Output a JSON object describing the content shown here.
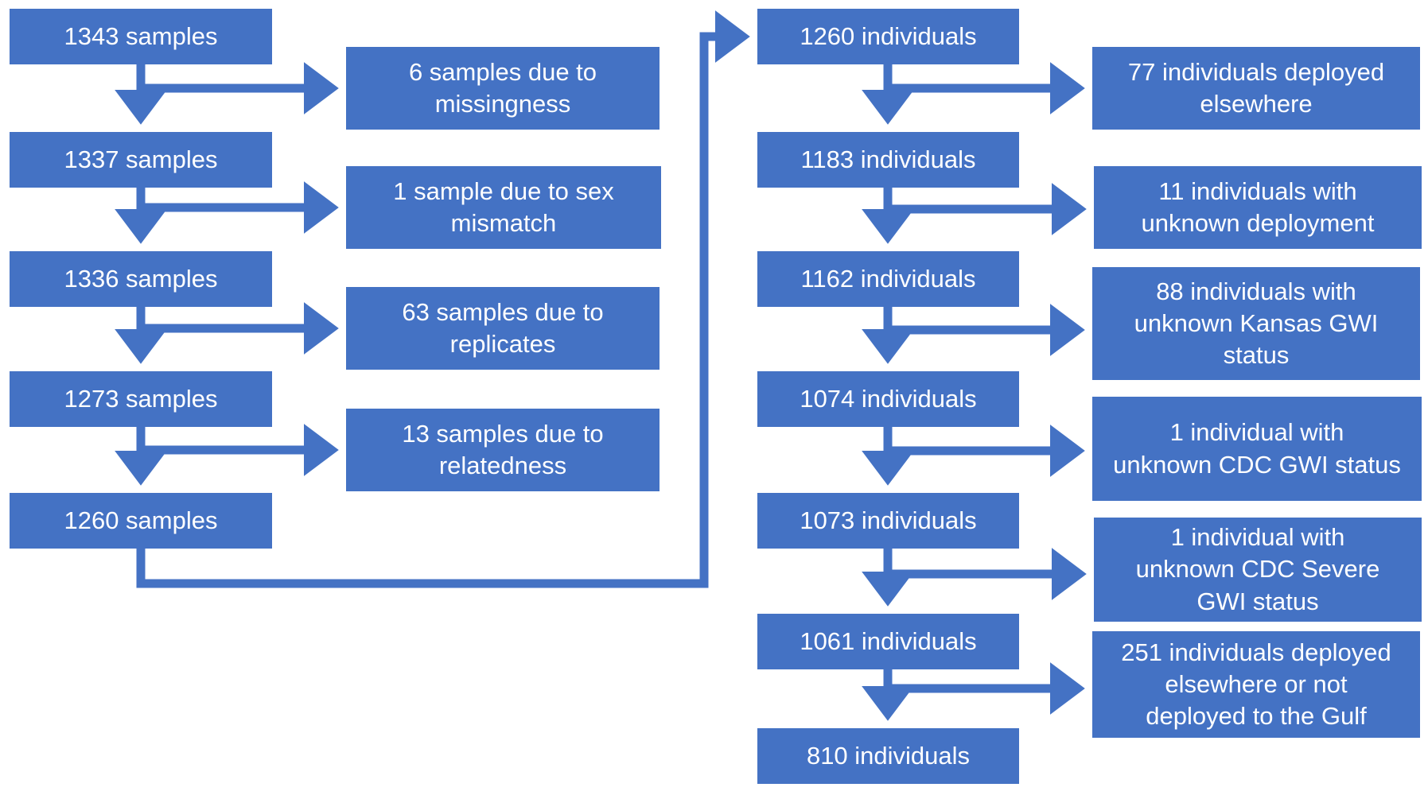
{
  "samples": {
    "n1343": "1343 samples",
    "n1337": "1337 samples",
    "n1336": "1336 samples",
    "n1273": "1273 samples",
    "n1260": "1260 samples"
  },
  "sample_exclusions": {
    "missingness": [
      "6 samples due to",
      "missingness"
    ],
    "sex_mismatch": [
      "1 sample due to sex",
      "mismatch"
    ],
    "replicates": [
      "63 samples due to",
      "replicates"
    ],
    "relatedness": [
      "13 samples due to",
      "relatedness"
    ]
  },
  "individuals": {
    "n1260": "1260 individuals",
    "n1183": "1183 individuals",
    "n1162": "1162 individuals",
    "n1074": "1074 individuals",
    "n1073": "1073 individuals",
    "n1061": "1061 individuals",
    "n810": "810 individuals"
  },
  "individual_exclusions": {
    "deployed_elsewhere": [
      "77 individuals deployed",
      "elsewhere"
    ],
    "unknown_deployment": [
      "11 individuals with",
      "unknown deployment"
    ],
    "unknown_kansas": [
      "88 individuals with",
      "unknown Kansas GWI",
      "status"
    ],
    "unknown_cdc": [
      "1 individual with",
      "unknown CDC GWI status"
    ],
    "unknown_cdc_severe": [
      "1 individual with",
      "unknown CDC Severe",
      "GWI status"
    ],
    "not_gulf": [
      "251 individuals deployed",
      "elsewhere or not",
      "deployed to the Gulf"
    ]
  },
  "colors": {
    "box_fill": "#4472C4",
    "box_text": "#FFFFFF",
    "connector": "#4472C4"
  }
}
